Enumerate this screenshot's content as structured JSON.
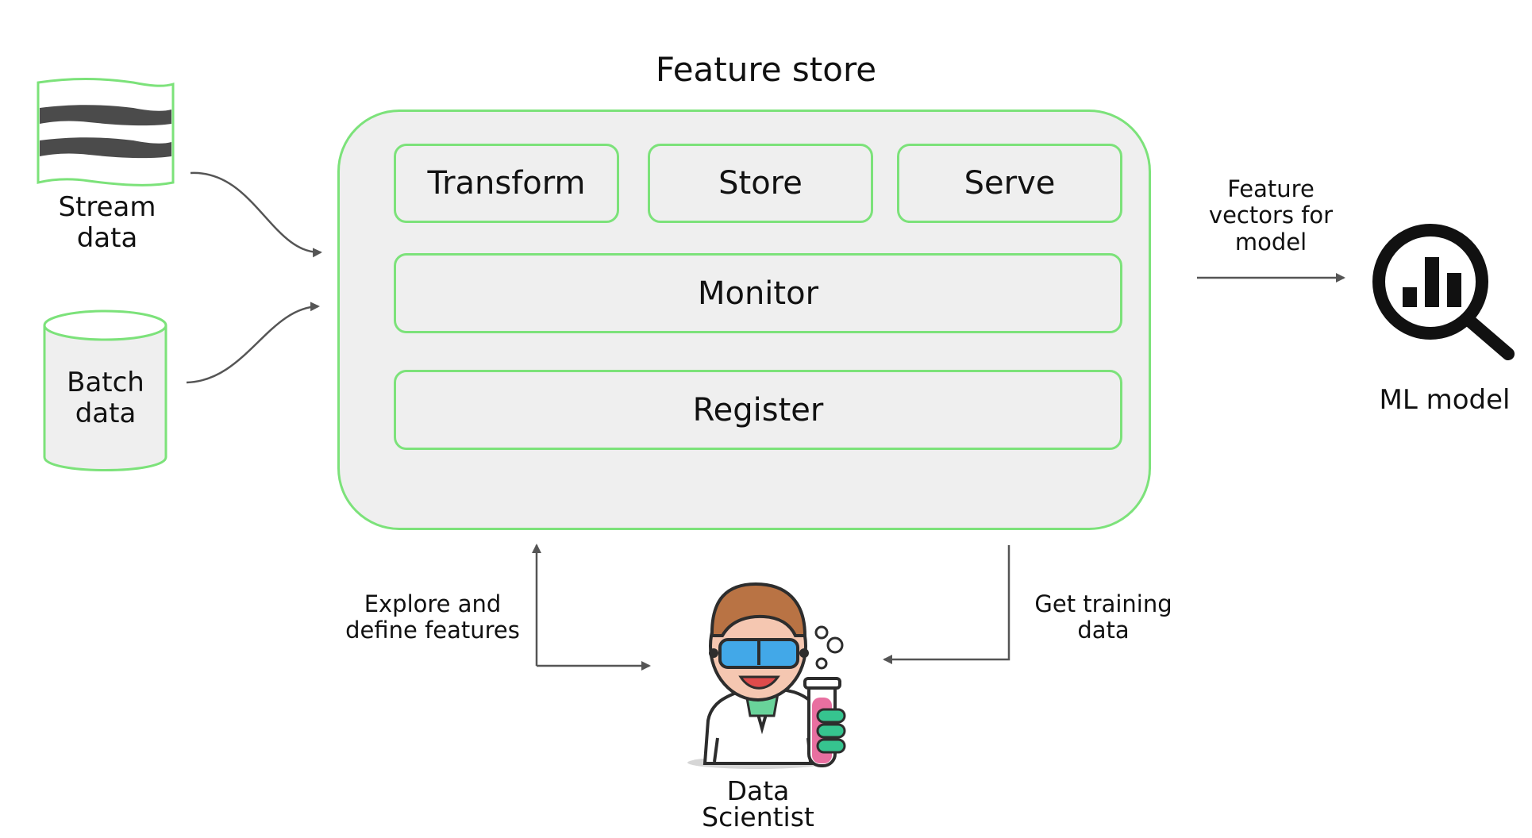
{
  "diagram": {
    "title": "Feature store",
    "modules": {
      "transform": "Transform",
      "store": "Store",
      "serve": "Serve",
      "monitor": "Monitor",
      "register": "Register"
    },
    "sources": {
      "stream": [
        "Stream",
        "data"
      ],
      "batch": [
        "Batch",
        "data"
      ]
    },
    "output": {
      "label": [
        "Feature",
        "vectors for",
        "model"
      ],
      "target": "ML model"
    },
    "actor": {
      "explore": [
        "Explore and",
        "define features"
      ],
      "training": [
        "Get training",
        "data"
      ],
      "name": [
        "Data",
        "Scientist"
      ]
    },
    "icons": {
      "stream": "stream-data-icon",
      "batch": "database-cylinder-icon",
      "model": "magnifier-chart-icon",
      "scientist": "data-scientist-icon"
    },
    "colors": {
      "accent": "#7ce27a",
      "panel": "#efefef",
      "arrow": "#555555",
      "goggles": "#42a8e8",
      "tube": "#e86fa0",
      "glove": "#36c48f"
    }
  }
}
